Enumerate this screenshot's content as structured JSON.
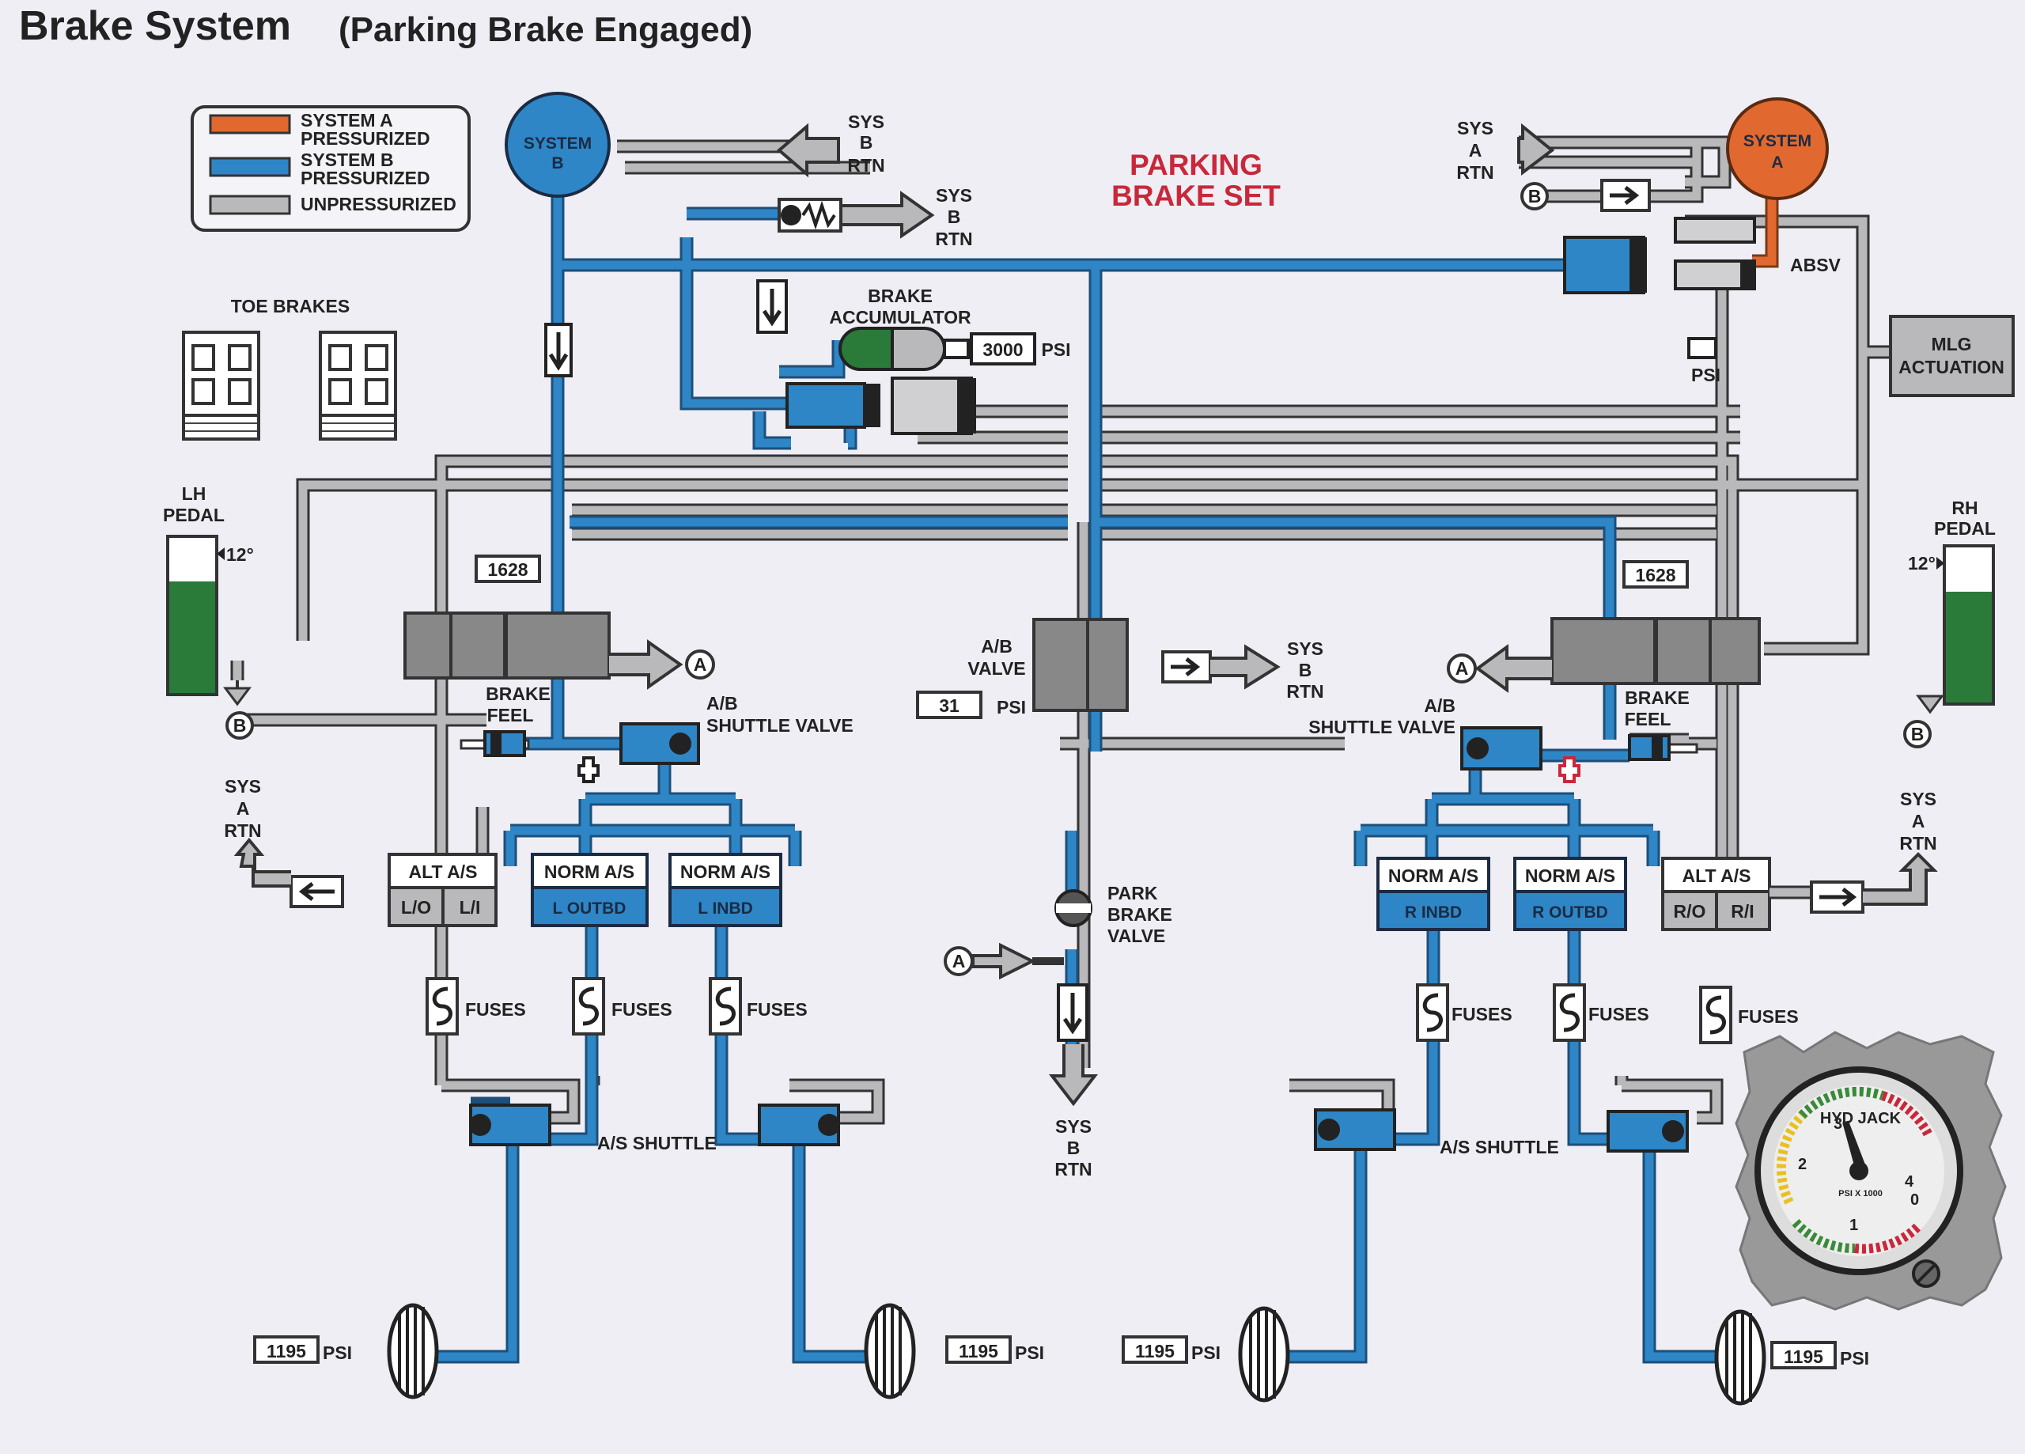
{
  "title": "Brake System",
  "subtitle": "(Parking Brake Engaged)",
  "status": [
    "PARKING",
    "BRAKE SET"
  ],
  "colors": {
    "system_a": "#e1692f",
    "system_b": "#2e86c6",
    "unpressurized": "#b9b9bb",
    "fluid_green": "#2a7a3a",
    "alert_red": "#c8283a"
  },
  "legend": [
    {
      "color": "#e1692f",
      "lines": [
        "SYSTEM A",
        "PRESSURIZED"
      ]
    },
    {
      "color": "#2e86c6",
      "lines": [
        "SYSTEM B",
        "PRESSURIZED"
      ]
    },
    {
      "color": "#b9b9bb",
      "lines": [
        "UNPRESSURIZED"
      ]
    }
  ],
  "reservoirs": {
    "system_b": [
      "SYSTEM",
      "B"
    ],
    "system_a": [
      "SYSTEM",
      "A"
    ]
  },
  "return_labels": {
    "sys_b_rtn": [
      "SYS",
      "B",
      "RTN"
    ],
    "sys_a_rtn": [
      "SYS",
      "A",
      "RTN"
    ]
  },
  "circle_letters": {
    "a": "A",
    "b": "B"
  },
  "labels": {
    "toe_brakes": "TOE BRAKES",
    "lh_pedal": [
      "LH",
      "PEDAL"
    ],
    "rh_pedal": [
      "RH",
      "PEDAL"
    ],
    "pedal_angle": "12°",
    "brake_accumulator": [
      "BRAKE",
      "ACCUMULATOR"
    ],
    "absv": "ABSV",
    "mlg_actuation": [
      "MLG",
      "ACTUATION"
    ],
    "psi": "PSI",
    "ab_valve": [
      "A/B",
      "VALVE"
    ],
    "brake_feel": [
      "BRAKE",
      "FEEL"
    ],
    "ab_shuttle_valve": [
      "A/B",
      "SHUTTLE VALVE"
    ],
    "park_brake_valve": [
      "PARK",
      "BRAKE",
      "VALVE"
    ],
    "fuses": "FUSES",
    "as_shuttle": "A/S SHUTTLE",
    "alt_as": "ALT A/S",
    "norm_as": "NORM A/S",
    "lo": "L/O",
    "li": "L/I",
    "ro": "R/O",
    "ri": "R/I",
    "l_outbd": "L OUTBD",
    "l_inbd": "L INBD",
    "r_inbd": "R INBD",
    "r_outbd": "R OUTBD"
  },
  "readouts": {
    "accumulator_psi": "3000",
    "left_metering": "1628",
    "right_metering": "1628",
    "ab_valve_psi": "31",
    "brake_psi": [
      "1195",
      "1195",
      "1195",
      "1195"
    ]
  },
  "gauge": {
    "label": "HYD JACK",
    "units": "PSI X 1000",
    "scale": [
      "0",
      "1",
      "2",
      "3",
      "4"
    ]
  }
}
